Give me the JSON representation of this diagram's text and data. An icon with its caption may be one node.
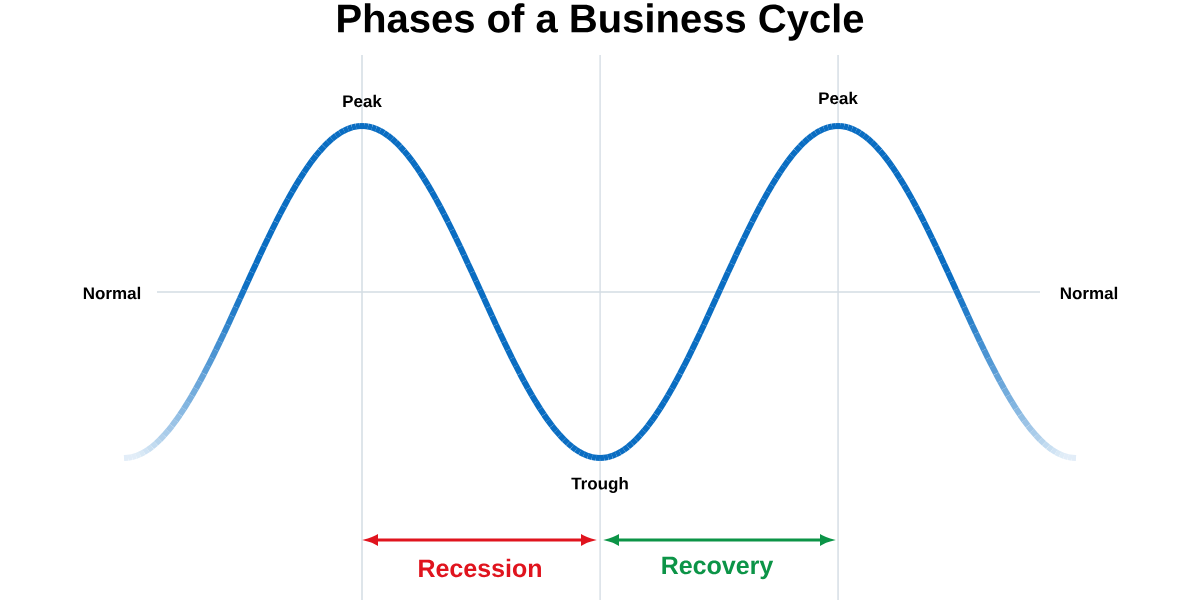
{
  "diagram": {
    "title": "Phases of a Business Cycle",
    "labels": [
      "Peak",
      "Peak",
      "Normal",
      "Normal",
      "Trough",
      "Recession",
      "Recovery"
    ]
  }
}
